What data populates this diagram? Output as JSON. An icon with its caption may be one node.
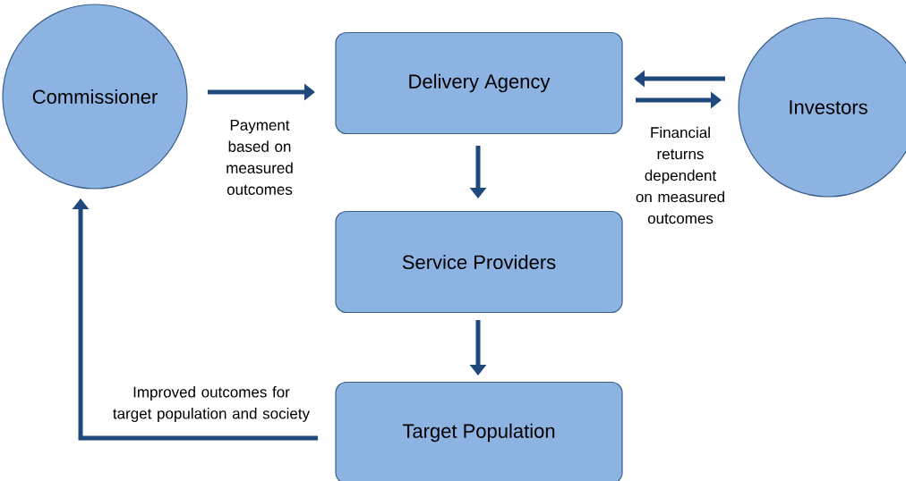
{
  "diagram": {
    "nodes": [
      {
        "text": [
          "Commissioner"
        ]
      },
      {
        "text": [
          "Delivery Agency"
        ]
      },
      {
        "text": [
          "Investors"
        ]
      },
      {
        "text": [
          "Service Providers"
        ]
      },
      {
        "text": [
          "Target Population"
        ]
      }
    ],
    "edges": [
      {
        "from": 0,
        "to": 1,
        "arrow": "to",
        "label": "Payment based on measured outcomes"
      },
      {
        "from": 2,
        "to": 1,
        "arrow": "to"
      },
      {
        "from": 1,
        "to": 2,
        "arrow": "to",
        "label": "Financial returns dependent on measured outcomes"
      },
      {
        "from": 1,
        "to": 3,
        "arrow": "to"
      },
      {
        "from": 3,
        "to": 4,
        "arrow": "to"
      },
      {
        "from": 4,
        "to": 0,
        "arrow": "to",
        "label": "Improved outcomes for target population and society"
      }
    ]
  }
}
